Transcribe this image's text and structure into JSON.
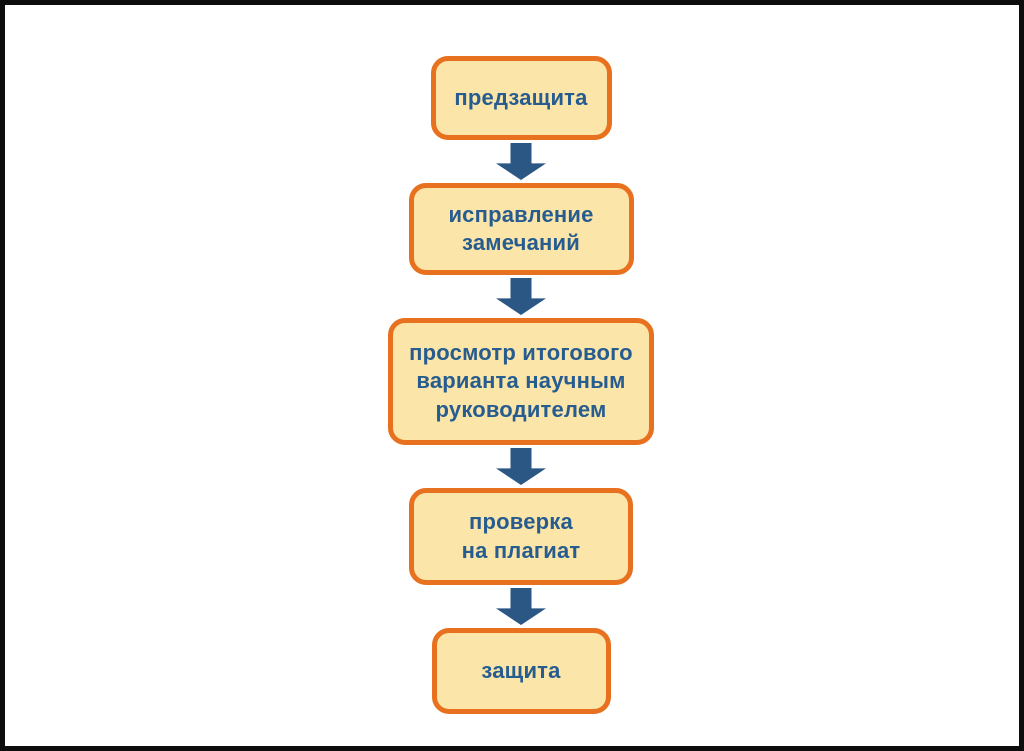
{
  "colors": {
    "background": "#ffffff",
    "frame_border": "#0d0d0d",
    "box_fill": "#FBE5A8",
    "box_border": "#E8711F",
    "text": "#265C8F",
    "arrow": "#2A5783"
  },
  "flow": {
    "direction": "vertical",
    "arrow_icon": "down-block-arrow",
    "steps": [
      {
        "label": "предзащита"
      },
      {
        "label": "исправление\nзамечаний"
      },
      {
        "label": "просмотр итогового\nварианта научным\nруководителем"
      },
      {
        "label": "проверка\nна плагиат"
      },
      {
        "label": "защита"
      }
    ]
  }
}
